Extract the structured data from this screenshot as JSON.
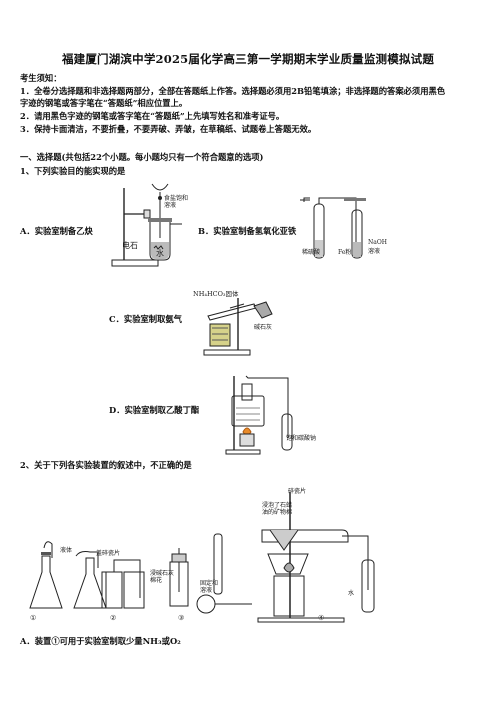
{
  "doc": {
    "title": "福建厦门湖滨中学2025届化学高三第一学期期末学业质量监测模拟试题",
    "notice": {
      "heading": "考生须知：",
      "items": [
        "1．全卷分选择题和非选择题两部分，全部在答题纸上作答。选择题必须用2B铅笔填涂；非选择题的答案必须用黑色",
        "字迹的钢笔或答字笔在“答题纸”相应位置上。",
        "2．请用黑色字迹的钢笔或答字笔在“答题纸”上先填写姓名和准考证号。",
        "3．保持卡面清洁，不要折叠，不要弄破、弄皱，在草稿纸、试题卷上答题无效。"
      ]
    },
    "section1": "一、选择题(共包括22个小题。每小题均只有一个符合题意的选项)",
    "q1": {
      "stem": "1、下列实验目的能实现的是",
      "options": {
        "A": "A．实验室制备乙炔",
        "B": "B．实验室制备氢氧化亚铁",
        "C": "C．实验室制取氨气",
        "D": "D．实验室制取乙酸丁酯"
      },
      "labels": {
        "a_funnel": "食盐饱和",
        "a_funnel2": "溶液",
        "a_carbide": "电石",
        "a_water": "水",
        "b_acid": "稀硫酸",
        "b_fe": "Fe粉",
        "b_naoh": "NaOH",
        "b_naoh2": "溶液",
        "c_reagent": "NH₄HCO₃固体",
        "c_lime": "碱石灰",
        "d_sodium": "饱和碳酸钠"
      }
    },
    "q2": {
      "stem": "2、关于下列各实验装置的叙述中，不正确的是",
      "labels": {
        "n1": "①",
        "n2": "②",
        "n3": "③",
        "n4": "④",
        "liquid": "液体",
        "lid": "盖碎瓷片",
        "p1": "浸碱石灰",
        "p2": "棉花",
        "p3": "固定和",
        "p4": "溶液",
        "q1a": "浸泡了石蜡",
        "q1b": "油的矿物棉",
        "q1c": "碎瓷片",
        "q1d": "水"
      },
      "optionA": "A．装置①可用于实验室制取少量NH₃或O₂"
    }
  }
}
